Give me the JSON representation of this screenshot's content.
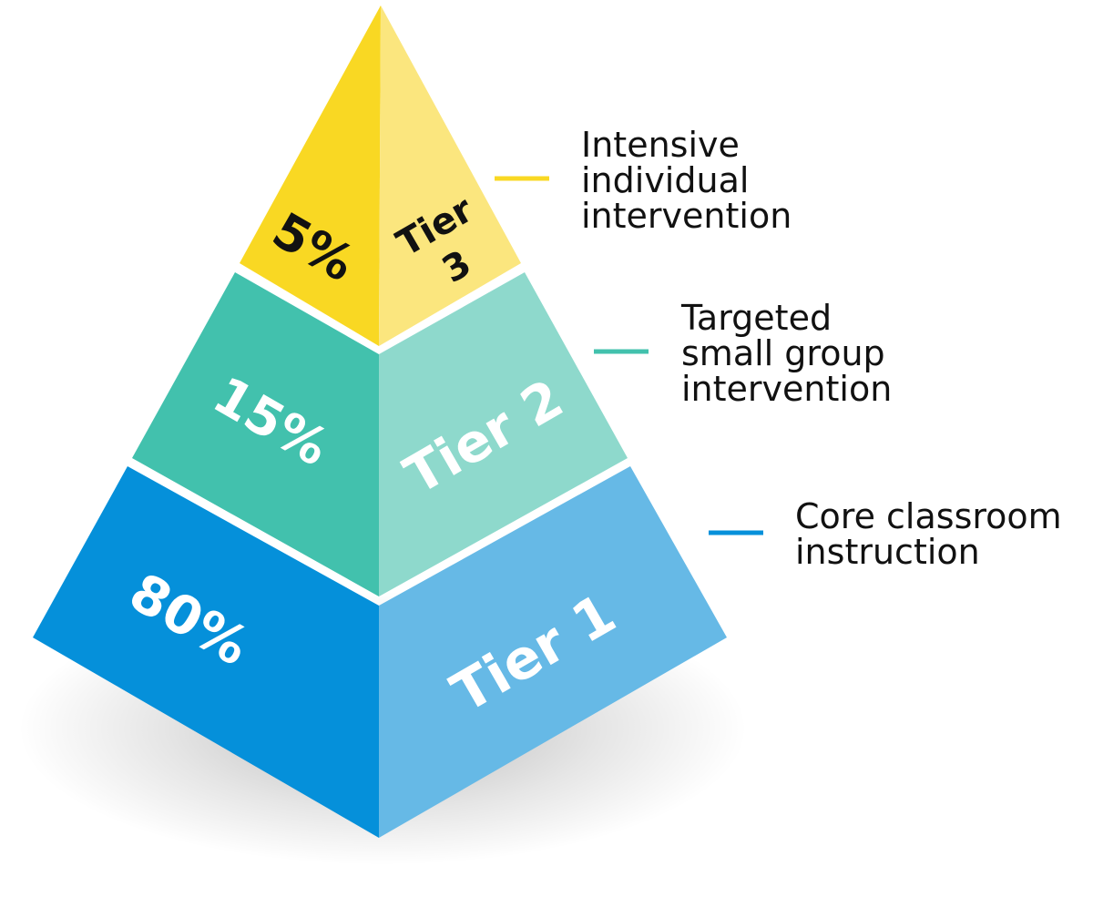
{
  "tiers": [
    {
      "id": "tier-3",
      "percent": "5%",
      "name_line1": "Tier",
      "name_line2": "3",
      "description": [
        "Intensive",
        "individual",
        "intervention"
      ],
      "left_color": "#F9D823",
      "right_color": "#FBE67E",
      "legend_color": "#F9D823",
      "label_color": "#111111"
    },
    {
      "id": "tier-2",
      "percent": "15%",
      "name": "Tier 2",
      "description": [
        "Targeted",
        "small group",
        "intervention"
      ],
      "left_color": "#42C1AD",
      "right_color": "#8ED9CC",
      "legend_color": "#42C1AD",
      "label_color": "#ffffff"
    },
    {
      "id": "tier-1",
      "percent": "80%",
      "name": "Tier 1",
      "description": [
        "Core classroom",
        "instruction"
      ],
      "left_color": "#0590DA",
      "right_color": "#66B9E6",
      "legend_color": "#0590DA",
      "label_color": "#ffffff"
    }
  ]
}
